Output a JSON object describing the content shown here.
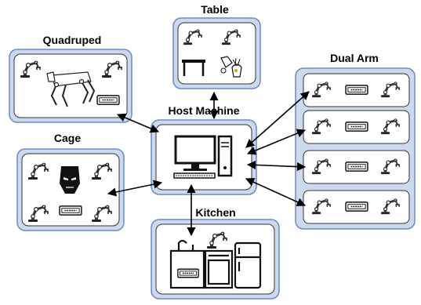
{
  "labels": {
    "table": "Table",
    "quadruped": "Quadruped",
    "dual_arm": "Dual Arm",
    "host_machine": "Host Machine",
    "cage": "Cage",
    "kitchen": "Kitchen"
  },
  "colors": {
    "panel_fill": "#ccd9ee",
    "panel_border": "#6b8bbf",
    "inner_fill": "#ffffff",
    "stroke": "#000000"
  },
  "icons": {
    "robot_arm": "robot-arm-icon",
    "controller": "controller-box-icon",
    "computer": "desktop-computer-icon",
    "quadruped_robot": "quadruped-robot-icon",
    "iron_mask": "iron-mask-icon",
    "table": "table-icon",
    "kitchen": "kitchen-icon"
  }
}
